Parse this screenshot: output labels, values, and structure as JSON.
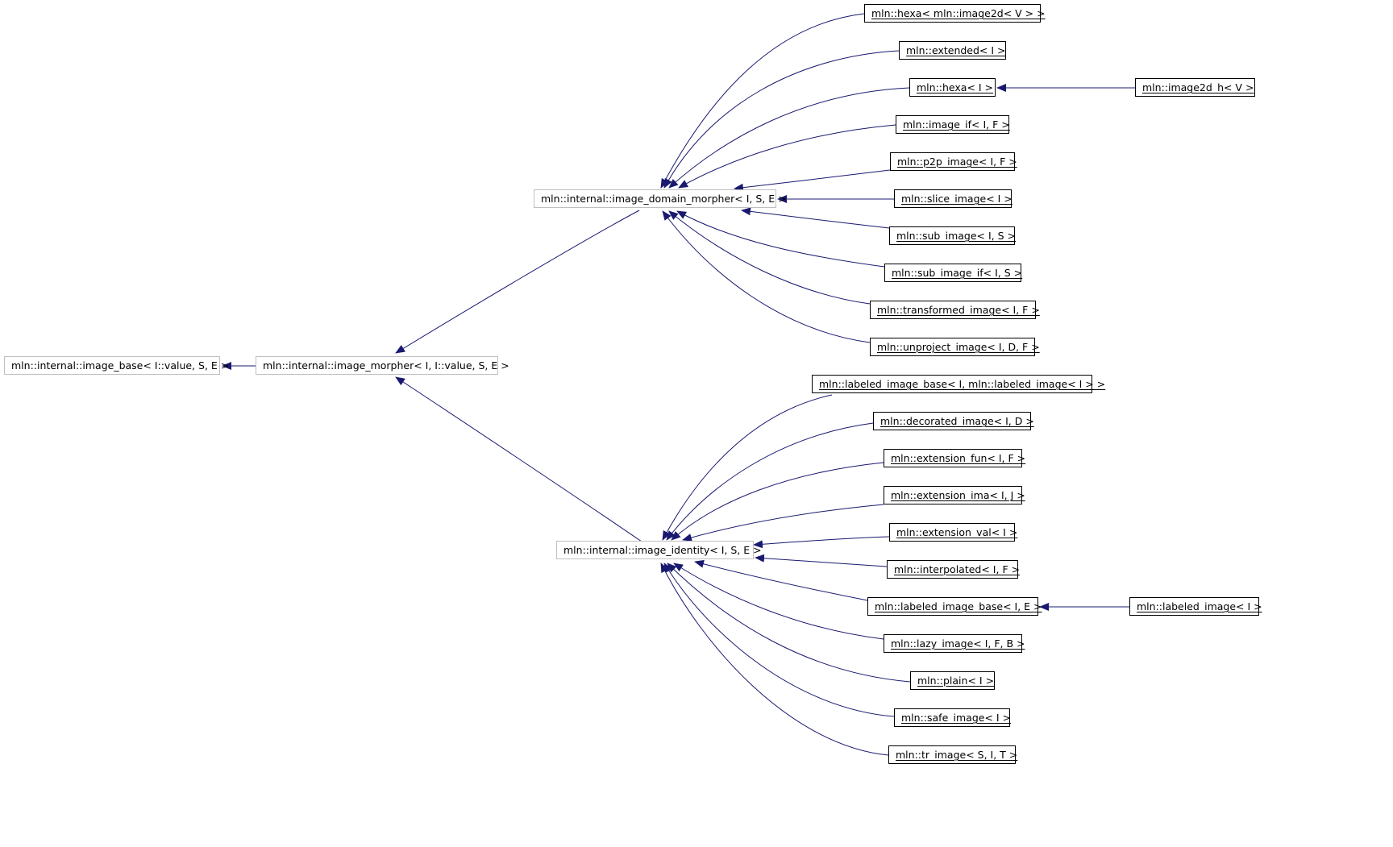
{
  "diagram": {
    "nodes": [
      {
        "id": "image_base",
        "label": "mln::internal::image_base< I::value, S, E >"
      },
      {
        "id": "image_morpher",
        "label": "mln::internal::image_morpher< I, I::value, S, E >"
      },
      {
        "id": "image_domain_morpher",
        "label": "mln::internal::image_domain_morpher< I, S, E >"
      },
      {
        "id": "image_identity",
        "label": "mln::internal::image_identity< I, S, E >"
      },
      {
        "id": "hexa_image2d",
        "label": "mln::hexa< mln::image2d< V > >"
      },
      {
        "id": "extended",
        "label": "mln::extended< I >"
      },
      {
        "id": "hexa",
        "label": "mln::hexa< I >"
      },
      {
        "id": "image2d_h",
        "label": "mln::image2d_h< V >"
      },
      {
        "id": "image_if",
        "label": "mln::image_if< I, F >"
      },
      {
        "id": "p2p_image",
        "label": "mln::p2p_image< I, F >"
      },
      {
        "id": "slice_image",
        "label": "mln::slice_image< I >"
      },
      {
        "id": "sub_image",
        "label": "mln::sub_image< I, S >"
      },
      {
        "id": "sub_image_if",
        "label": "mln::sub_image_if< I, S >"
      },
      {
        "id": "transformed_image",
        "label": "mln::transformed_image< I, F >"
      },
      {
        "id": "unproject_image",
        "label": "mln::unproject_image< I, D, F >"
      },
      {
        "id": "labeled_image_base_labeled",
        "label": "mln::labeled_image_base< I, mln::labeled_image< I > >"
      },
      {
        "id": "decorated_image",
        "label": "mln::decorated_image< I, D >"
      },
      {
        "id": "extension_fun",
        "label": "mln::extension_fun< I, F >"
      },
      {
        "id": "extension_ima",
        "label": "mln::extension_ima< I, J >"
      },
      {
        "id": "extension_val",
        "label": "mln::extension_val< I >"
      },
      {
        "id": "interpolated",
        "label": "mln::interpolated< I, F >"
      },
      {
        "id": "labeled_image_base",
        "label": "mln::labeled_image_base< I, E >"
      },
      {
        "id": "labeled_image",
        "label": "mln::labeled_image< I >"
      },
      {
        "id": "lazy_image",
        "label": "mln::lazy_image< I, F, B >"
      },
      {
        "id": "plain",
        "label": "mln::plain< I >"
      },
      {
        "id": "safe_image",
        "label": "mln::safe_image< I >"
      },
      {
        "id": "tr_image",
        "label": "mln::tr_image< S, I, T >"
      }
    ],
    "edges": [
      [
        "image_morpher",
        "image_base"
      ],
      [
        "image_domain_morpher",
        "image_morpher"
      ],
      [
        "image_identity",
        "image_morpher"
      ],
      [
        "hexa_image2d",
        "image_domain_morpher"
      ],
      [
        "extended",
        "image_domain_morpher"
      ],
      [
        "hexa",
        "image_domain_morpher"
      ],
      [
        "image_if",
        "image_domain_morpher"
      ],
      [
        "p2p_image",
        "image_domain_morpher"
      ],
      [
        "slice_image",
        "image_domain_morpher"
      ],
      [
        "sub_image",
        "image_domain_morpher"
      ],
      [
        "sub_image_if",
        "image_domain_morpher"
      ],
      [
        "transformed_image",
        "image_domain_morpher"
      ],
      [
        "unproject_image",
        "image_domain_morpher"
      ],
      [
        "image2d_h",
        "hexa"
      ],
      [
        "labeled_image_base_labeled",
        "image_identity"
      ],
      [
        "decorated_image",
        "image_identity"
      ],
      [
        "extension_fun",
        "image_identity"
      ],
      [
        "extension_ima",
        "image_identity"
      ],
      [
        "extension_val",
        "image_identity"
      ],
      [
        "interpolated",
        "image_identity"
      ],
      [
        "labeled_image_base",
        "image_identity"
      ],
      [
        "lazy_image",
        "image_identity"
      ],
      [
        "plain",
        "image_identity"
      ],
      [
        "safe_image",
        "image_identity"
      ],
      [
        "tr_image",
        "image_identity"
      ],
      [
        "labeled_image",
        "labeled_image_base"
      ]
    ],
    "colors": {
      "edge": "#191970",
      "node_border": "#000000",
      "base_border": "#bfbfbf"
    }
  }
}
